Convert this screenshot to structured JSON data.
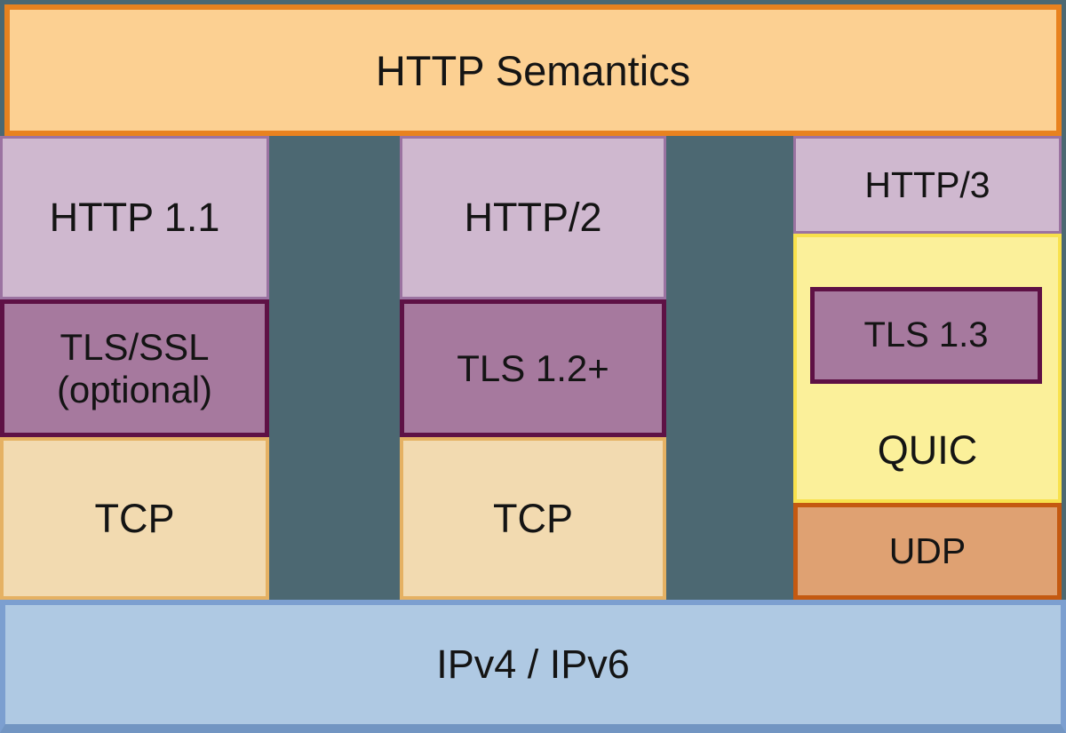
{
  "title": "HTTP Semantics",
  "stacks": [
    {
      "app": "HTTP 1.1",
      "security": "TLS/SSL",
      "security_note": "(optional)",
      "transport": "TCP"
    },
    {
      "app": "HTTP/2",
      "security": "TLS 1.2+",
      "transport": "TCP"
    },
    {
      "app": "HTTP/3",
      "security": "TLS 1.3",
      "container": "QUIC",
      "transport": "UDP"
    }
  ],
  "network_layer": "IPv4 / IPv6",
  "colors": {
    "background": "#4C6872",
    "semantics_fill": "#FCD092",
    "semantics_border": "#E8821F",
    "app_fill": "#CFB8CF",
    "app_border": "#9B73A1",
    "tls_fill": "#A6799E",
    "tls_border": "#5E1145",
    "tcp_fill": "#F2DAB0",
    "tcp_border": "#E5B163",
    "quic_fill": "#FBF09A",
    "quic_border": "#F8E14C",
    "udp_fill": "#DFA172",
    "udp_border": "#C45911",
    "network_fill": "#AFC9E3",
    "network_border": "#7C9FD0",
    "text": "#141414"
  }
}
